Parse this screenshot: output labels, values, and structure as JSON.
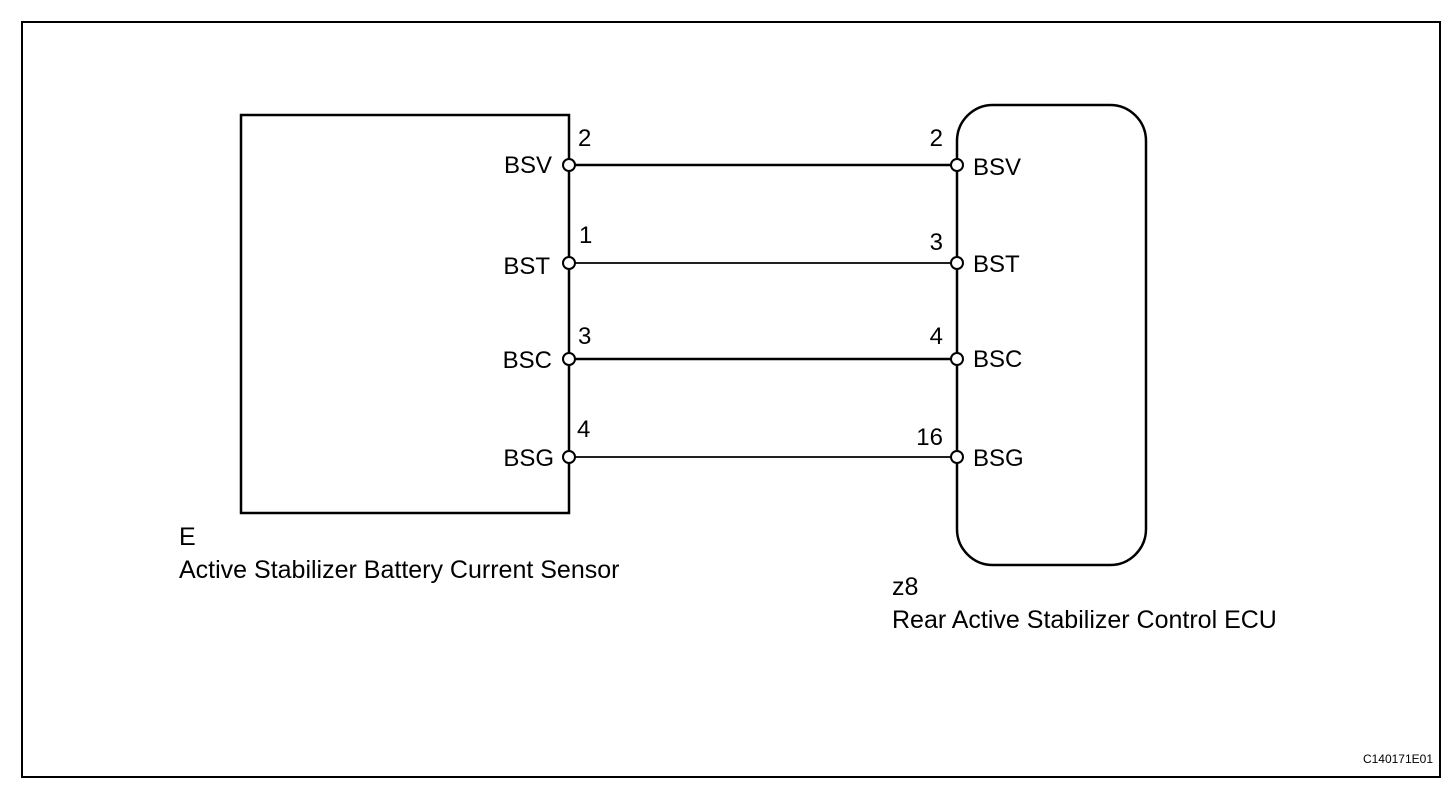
{
  "frame_code": "C140171E01",
  "sensor": {
    "connector": "E",
    "name": "Active Stabilizer Battery Current Sensor",
    "pins": [
      {
        "signal": "BSV",
        "pin": "2"
      },
      {
        "signal": "BST",
        "pin": "1"
      },
      {
        "signal": "BSC",
        "pin": "3"
      },
      {
        "signal": "BSG",
        "pin": "4"
      }
    ]
  },
  "ecu": {
    "connector": "z8",
    "name": "Rear Active Stabilizer Control ECU",
    "pins": [
      {
        "signal": "BSV",
        "pin": "2"
      },
      {
        "signal": "BST",
        "pin": "3"
      },
      {
        "signal": "BSC",
        "pin": "4"
      },
      {
        "signal": "BSG",
        "pin": "16"
      }
    ]
  }
}
